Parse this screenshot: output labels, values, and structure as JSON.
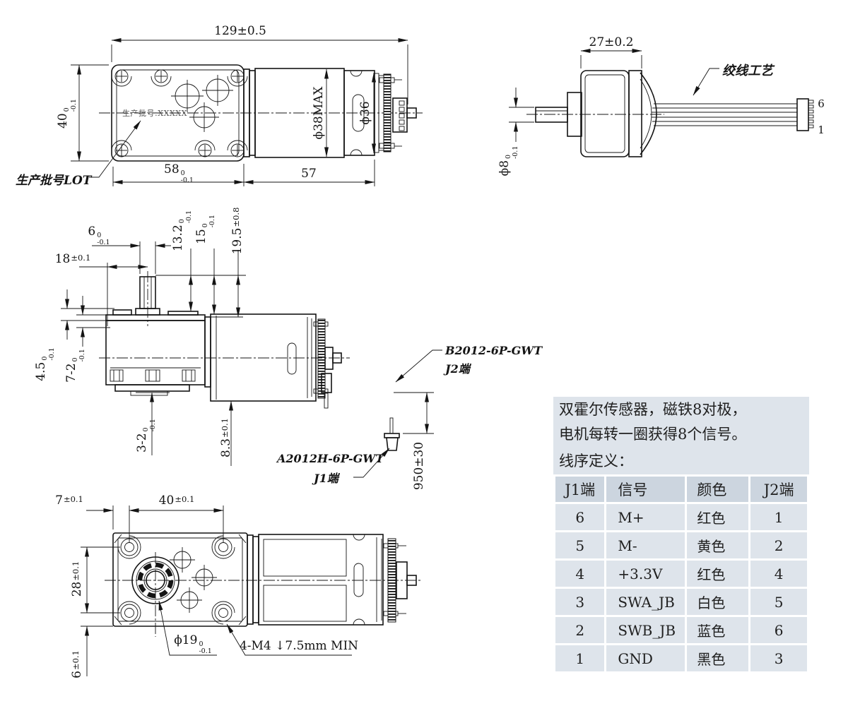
{
  "dims": {
    "v1_length": {
      "main": "129±0.5"
    },
    "v1_height": {
      "main": "40",
      "sup": "0",
      "sub": "-0.1"
    },
    "v1_gearbox": {
      "main": "58",
      "sup": "0",
      "sub": "-0.1"
    },
    "v1_motor": {
      "main": "57"
    },
    "v1_motor_dia": {
      "main": "ϕ38MAX"
    },
    "v1_cap_dia": {
      "main": "ϕ36"
    },
    "v2_width": {
      "main": "27±0.2"
    },
    "v2_shaft_dia": {
      "main": "ϕ8",
      "sup": "0",
      "sub": "-0.1"
    },
    "v3_shaft_w": {
      "main": "6",
      "sup": "0",
      "sub": "-0.1"
    },
    "v3_offset": {
      "main": "18",
      "tol": "±0.1"
    },
    "v3_h1": {
      "main": "13.2",
      "sup": "0",
      "sub": "-0.1"
    },
    "v3_h2": {
      "main": "15",
      "sup": "0",
      "sub": "-0.1"
    },
    "v3_h3": {
      "main": "19.5",
      "tol": "±0.8"
    },
    "v3_step1": {
      "main": "4.5",
      "sup": "0",
      "sub": "-0.1"
    },
    "v3_step2": {
      "main": "7-2",
      "sup": "0",
      "sub": "-0.1"
    },
    "v3_bottom": {
      "main": "3-2",
      "sup": "0",
      "sub": "-0.1"
    },
    "v3_drop": {
      "main": "8.3",
      "tol": "±0.1"
    },
    "v3_wire": {
      "main": "950±30"
    },
    "v4_edge": {
      "main": "7",
      "tol": "±0.1"
    },
    "v4_span_h": {
      "main": "40",
      "tol": "±0.1"
    },
    "v4_span_v": {
      "main": "28",
      "tol": "±0.1"
    },
    "v4_edge_v": {
      "main": "6",
      "tol": "±0.1"
    },
    "v4_bearing": {
      "main": "ϕ19",
      "sup": "0",
      "sub": "-0.1"
    },
    "v4_thread": {
      "main": "4-M4 ↓7.5mm MIN"
    }
  },
  "labels": {
    "lot": "生产批号LOT",
    "etched": "生产批号:XXXXX",
    "twist": "绞线工艺",
    "pin_top": "6",
    "pin_bottom": "1",
    "j2_part": "B2012-6P-GWT",
    "j2_end": "J2端",
    "j1_part": "A2012H-6P-GWT",
    "j1_end": "J1端"
  },
  "panel": {
    "note_line1": "双霍尔传感器，磁铁8对极，",
    "note_line2": "电机每转一圈获得8个信号。",
    "subtitle": "线序定义：",
    "colors": {
      "panel_bg": "#dee4eb",
      "header_bg": "#ccd5df",
      "line": "#141414"
    },
    "table": {
      "headers": [
        "J1端",
        "信号",
        "颜色",
        "J2端"
      ],
      "rows": [
        [
          "6",
          "M+",
          "红色",
          "1"
        ],
        [
          "5",
          "M-",
          "黄色",
          "2"
        ],
        [
          "4",
          "+3.3V",
          "红色",
          "4"
        ],
        [
          "3",
          "SWA_JB",
          "白色",
          "5"
        ],
        [
          "2",
          "SWB_JB",
          "蓝色",
          "6"
        ],
        [
          "1",
          "GND",
          "黑色",
          "3"
        ]
      ]
    }
  }
}
